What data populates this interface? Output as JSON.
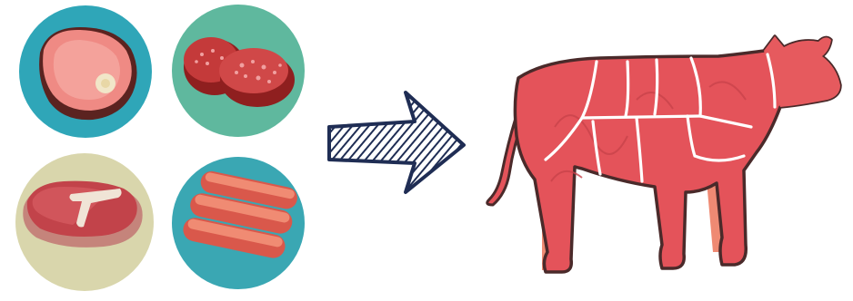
{
  "illustration": {
    "meat_products": [
      {
        "name": "ham-steak",
        "circle_color": "#2fa6b8"
      },
      {
        "name": "salami-slices",
        "circle_color": "#5fb89e"
      },
      {
        "name": "t-bone-steak",
        "circle_color": "#d9d6ac"
      },
      {
        "name": "sausages",
        "circle_color": "#3aa7b3"
      }
    ],
    "arrow": {
      "color": "#1f2d54",
      "style": "scribbled"
    },
    "cow": {
      "body_color": "#e4535a",
      "leg_color": "#ef8a73",
      "outline_color": "#4a2a2a",
      "cut_lines_color": "#ffffff"
    }
  }
}
